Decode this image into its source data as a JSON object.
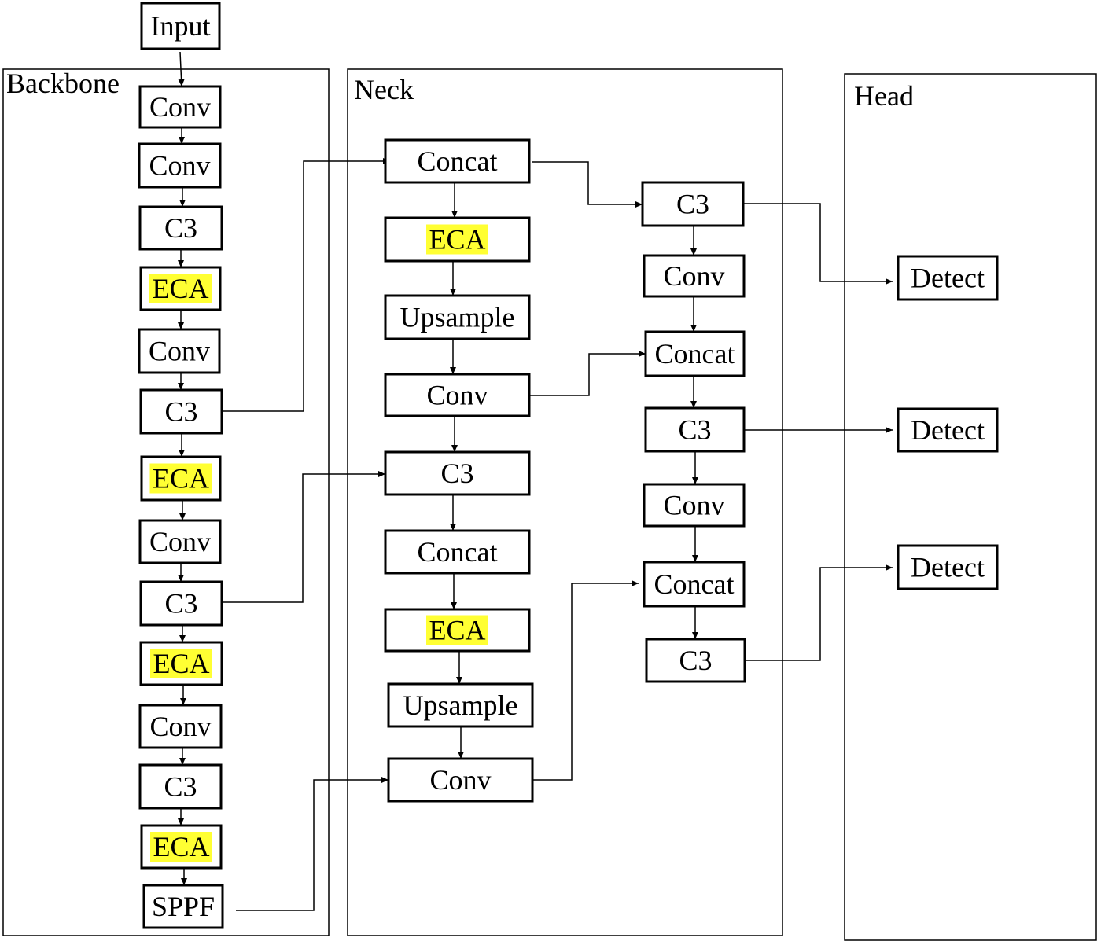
{
  "panels": {
    "backbone": "Backbone",
    "neck": "Neck",
    "head": "Head"
  },
  "nodes": {
    "input": "Input",
    "bb_conv_1": "Conv",
    "bb_conv_2": "Conv",
    "bb_c3_1": "C3",
    "bb_eca_1": "ECA",
    "bb_conv_3": "Conv",
    "bb_c3_2": "C3",
    "bb_eca_2": "ECA",
    "bb_conv_4": "Conv",
    "bb_c3_3": "C3",
    "bb_eca_3": "ECA",
    "bb_conv_5": "Conv",
    "bb_c3_4": "C3",
    "bb_eca_4": "ECA",
    "bb_sppf": "SPPF",
    "nk_concat_1": "Concat",
    "nk_eca_1": "ECA",
    "nk_upsample_1": "Upsample",
    "nk_conv_1": "Conv",
    "nk_c3_1": "C3",
    "nk_concat_2": "Concat",
    "nk_eca_2": "ECA",
    "nk_upsample_2": "Upsample",
    "nk_conv_2": "Conv",
    "nk_c3_2": "C3",
    "nk_conv_3": "Conv",
    "nk_concat_3": "Concat",
    "nk_c3_3": "C3",
    "nk_conv_4": "Conv",
    "nk_concat_4": "Concat",
    "nk_c3_4": "C3",
    "hd_detect_1": "Detect",
    "hd_detect_2": "Detect",
    "hd_detect_3": "Detect"
  },
  "highlight_color": "#ffff33",
  "highlighted_nodes": [
    "bb_eca_1",
    "bb_eca_2",
    "bb_eca_3",
    "bb_eca_4",
    "nk_eca_1",
    "nk_eca_2"
  ]
}
